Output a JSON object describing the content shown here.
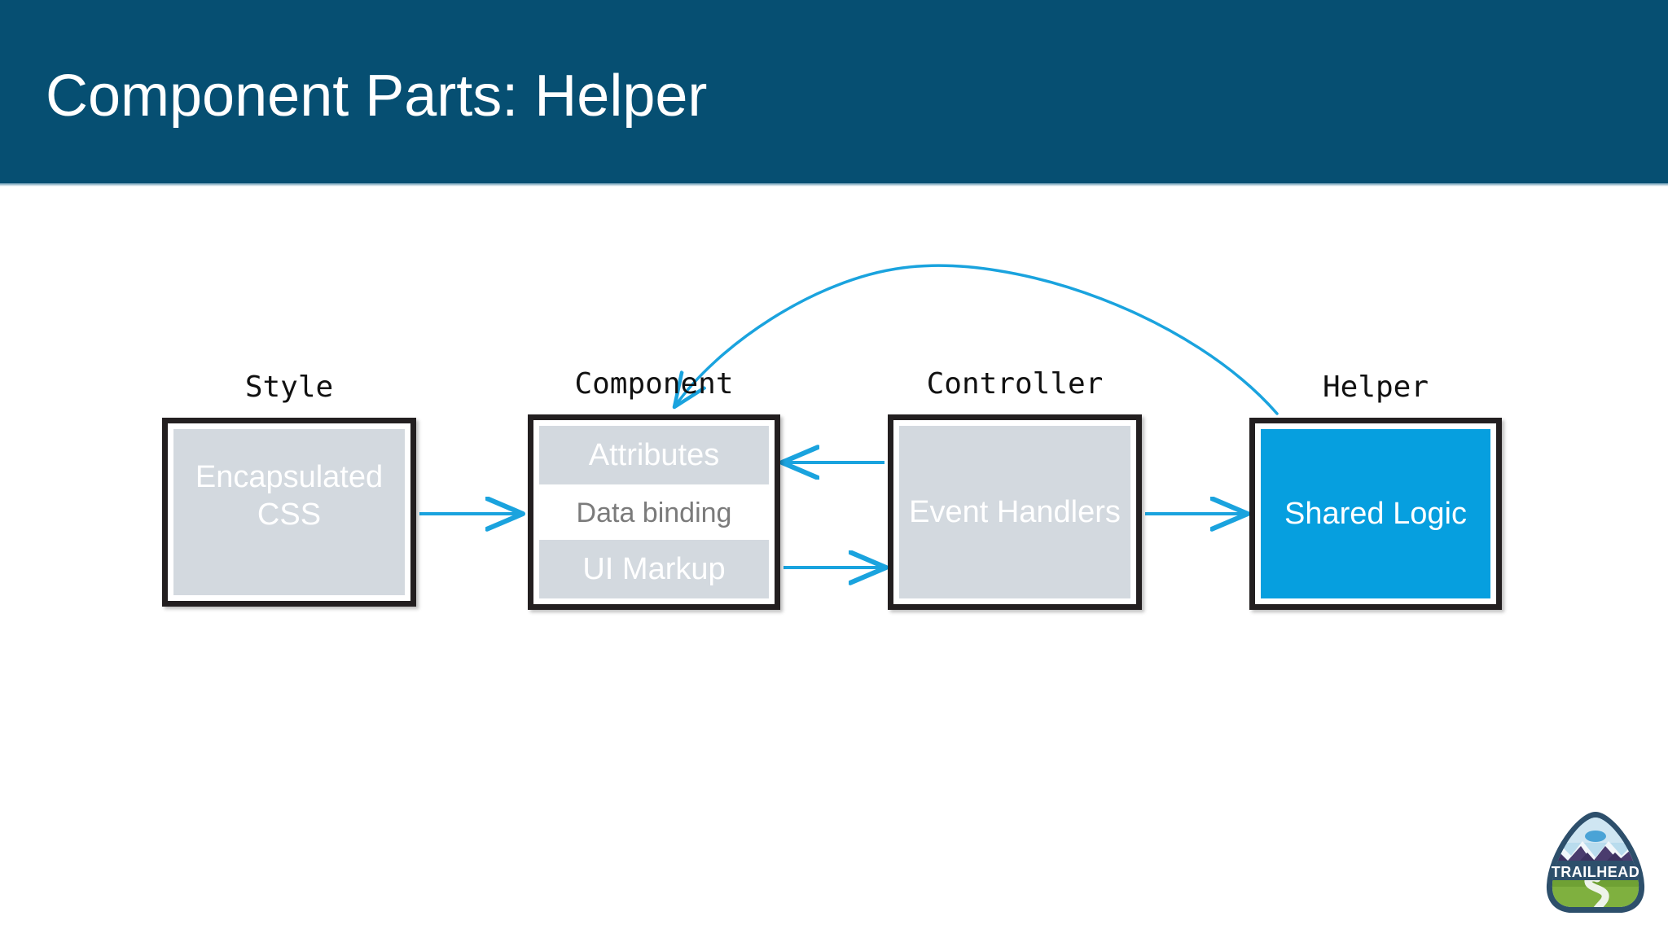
{
  "slide": {
    "title": "Component Parts: Helper",
    "header_color": "#064f72",
    "accent_color": "#069fdf",
    "background_color": "#ffffff"
  },
  "diagram": {
    "type": "block-diagram",
    "nodes": [
      {
        "id": "style",
        "label": "Style",
        "body_lines": [
          "Encapsulated",
          "CSS"
        ],
        "body_text": "Encapsulated CSS",
        "fill": "#d3d9df",
        "highlighted": false
      },
      {
        "id": "component",
        "label": "Component",
        "sections": [
          {
            "id": "attributes",
            "text": "Attributes",
            "fill": "#d3d9df"
          },
          {
            "id": "data-binding",
            "text": "Data binding",
            "fill": "#ffffff"
          },
          {
            "id": "ui-markup",
            "text": "UI Markup",
            "fill": "#d3d9df"
          }
        ],
        "highlighted": false
      },
      {
        "id": "controller",
        "label": "Controller",
        "body_lines": [
          "Event",
          "Handlers"
        ],
        "body_text": "Event Handlers",
        "fill": "#d3d9df",
        "highlighted": false
      },
      {
        "id": "helper",
        "label": "Helper",
        "body_lines": [
          "Shared",
          "Logic"
        ],
        "body_text": "Shared Logic",
        "fill": "#069fdf",
        "highlighted": true
      }
    ],
    "connectors": [
      {
        "id": "style-to-component",
        "from": "style",
        "to": "component",
        "direction": "right",
        "style": "straight"
      },
      {
        "id": "attributes-down-to-markup",
        "from": "attributes",
        "to": "ui-markup",
        "direction": "down",
        "style": "straight"
      },
      {
        "id": "markup-up-to-attributes",
        "from": "ui-markup",
        "to": "attributes",
        "direction": "up",
        "style": "straight"
      },
      {
        "id": "controller-to-attributes",
        "from": "controller",
        "to": "attributes",
        "direction": "left",
        "style": "straight"
      },
      {
        "id": "markup-to-controller",
        "from": "ui-markup",
        "to": "controller",
        "direction": "right",
        "style": "straight"
      },
      {
        "id": "controller-to-helper",
        "from": "controller",
        "to": "helper",
        "direction": "right",
        "style": "straight"
      },
      {
        "id": "helper-to-component",
        "from": "helper",
        "to": "component",
        "direction": "left",
        "style": "curved"
      }
    ]
  },
  "logo": {
    "name": "trailhead-logo",
    "wordmark": "TRAILHEAD"
  }
}
